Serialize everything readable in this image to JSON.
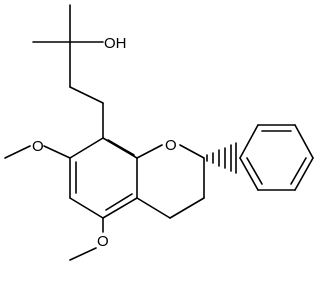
{
  "molecule": {
    "labels": {
      "hydroxyl": "OH",
      "ring_oxygen": "O",
      "methoxy_top": "O",
      "methoxy_bottom": "O"
    }
  },
  "colors": {
    "bond": "#000000",
    "background": "#ffffff"
  }
}
